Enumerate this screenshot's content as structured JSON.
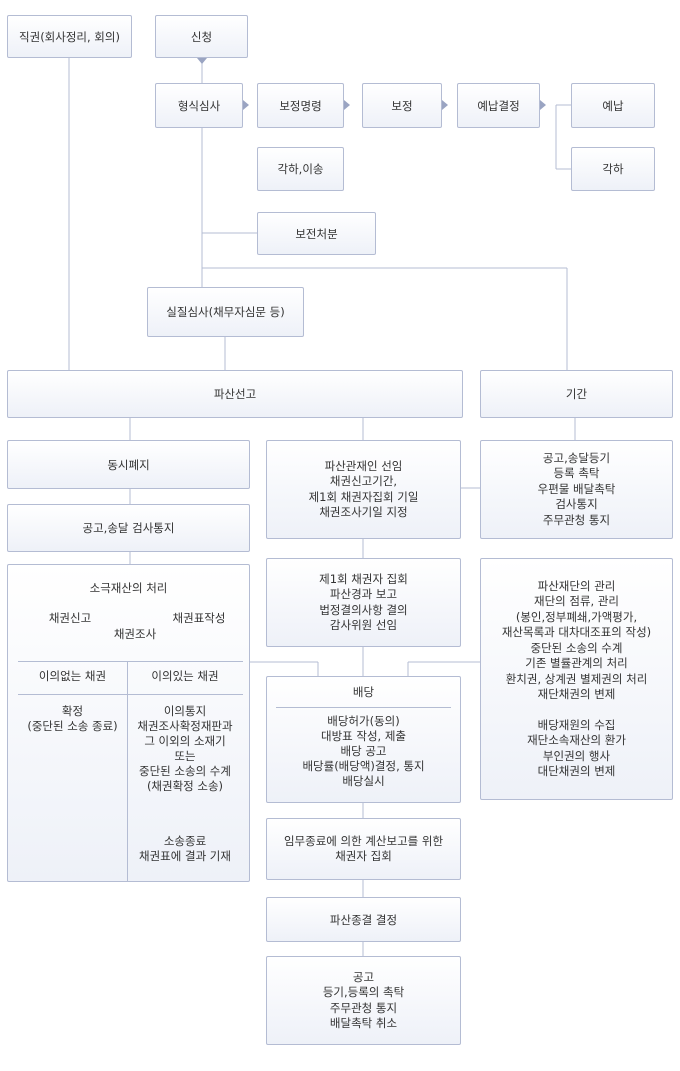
{
  "diagram": {
    "appointment": "직권(회사정리, 회의)",
    "application": "신청",
    "formal_review": "형식심사",
    "correction_order": "보정명령",
    "correction": "보정",
    "deposit_decision": "예납결정",
    "deposit": "예납",
    "dismissal": "각하",
    "dismiss_transfer": "각하,이송",
    "preservation": "보전처분",
    "substantive_review": "실질심사(채무자심문 등)",
    "declaration": "파산선고",
    "period": "기간",
    "simultaneous_abolition": "동시폐지",
    "notice_inspection": "공고,송달 검사통지",
    "trustee_lines": [
      "파산관재인 선임",
      "채권신고기간,",
      "제1회 채권자집회 기일",
      "채권조사기일 지정"
    ],
    "registration_lines": [
      "공고,송달등기",
      "등록 촉탁",
      "우편물 배달촉탁",
      "검사통지",
      "주무관청 통지"
    ],
    "first_meeting_lines": [
      "제1회 채권자 집회",
      "파산경과 보고",
      "법정결의사항 결의",
      "감사위원 선임"
    ],
    "estate_lines": [
      "파산재단의 관리",
      "재단의 점류, 관리",
      "(봉인,정부폐쇄,가액평가,",
      "재산목록과 대차대조표의 작성)",
      "중단된 소송의 수계",
      "기존 별률관계의 처리",
      "환치권, 상계권 별제권의 처리",
      "재단채권의 변제",
      "",
      "배당재원의 수집",
      "재단소속재산의 환가",
      "부인권의 행사",
      "대단채권의 변제"
    ],
    "small_estate": {
      "title": "소극재산의 처리",
      "claim_report": "채권신고",
      "claim_table": "채권표작성",
      "claim_investigation": "채권조사",
      "no_objection_header": "이의없는 채권",
      "objection_header": "이의있는 채권",
      "no_objection_lines": [
        "확정",
        "(중단된 소송 종료)"
      ],
      "objection_lines": [
        "이의통지",
        "채권조사확정재판과",
        "그 이외의 소재기",
        "또는",
        "중단된 소송의 수계",
        "(채권확정 소송)"
      ],
      "result_lines": [
        "소송종료",
        "채권표에 결과 기재"
      ]
    },
    "distribution_title": "배당",
    "distribution_lines": [
      "배당허가(동의)",
      "대방표 작성, 제출",
      "배당 공고",
      "배당률(배당액)결정, 통지",
      "배당실시"
    ],
    "final_meeting_lines": [
      "임무종료에 의한 계산보고를 위한",
      "채권자 집회"
    ],
    "termination": "파산종결 결정",
    "final_lines": [
      "공고",
      "등기,등록의 촉탁",
      "주무관청 통지",
      "배달촉탁 취소"
    ]
  },
  "colors": {
    "line": "#b4bcd3",
    "arrow": "#9aa4c2",
    "blue_arrow": "#9bb3e6",
    "text": "#333333"
  }
}
